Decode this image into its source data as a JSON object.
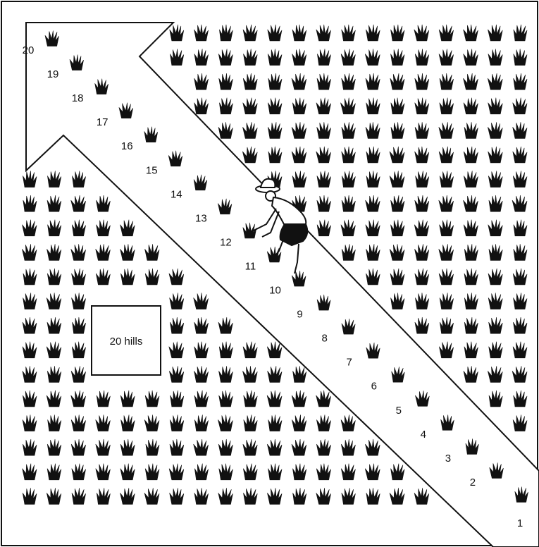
{
  "diagram": {
    "box_label": "20 hills",
    "hill_numbers": [
      "1",
      "2",
      "3",
      "4",
      "5",
      "6",
      "7",
      "8",
      "9",
      "10",
      "11",
      "12",
      "13",
      "14",
      "15",
      "16",
      "17",
      "18",
      "19",
      "20"
    ]
  },
  "colors": {
    "ink": "#111111",
    "paper": "#ffffff"
  }
}
